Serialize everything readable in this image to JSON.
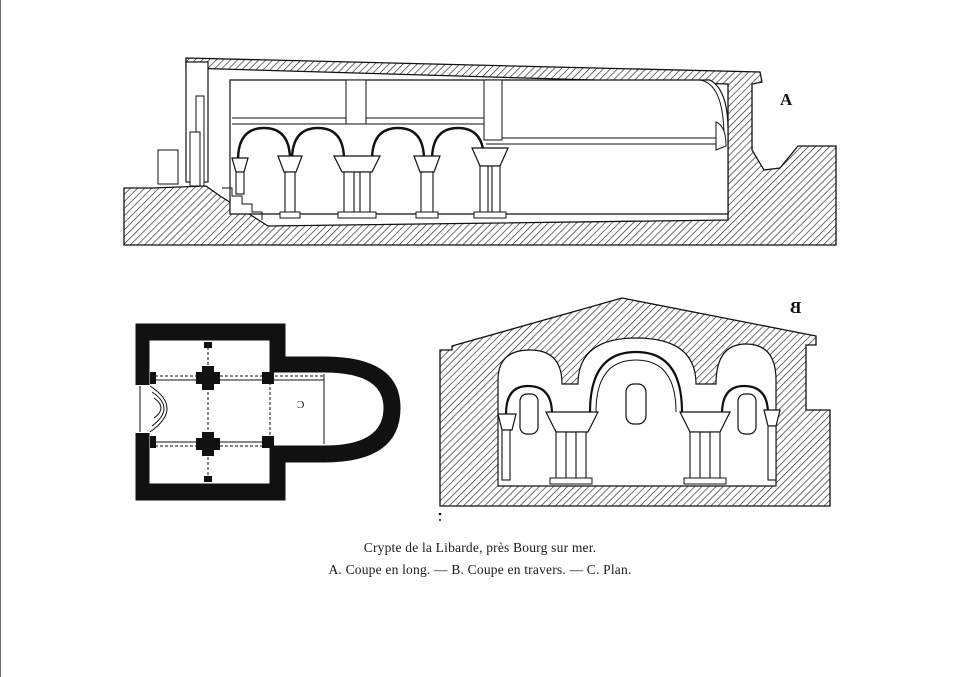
{
  "figure": {
    "section_a_label": "A",
    "section_b_label": "B",
    "plan_c_label": "C"
  },
  "caption": {
    "title": "Crypte de la Libarde, près Bourg sur mer.",
    "legend": "A. Coupe en long. — B. Coupe en travers. — C. Plan."
  }
}
